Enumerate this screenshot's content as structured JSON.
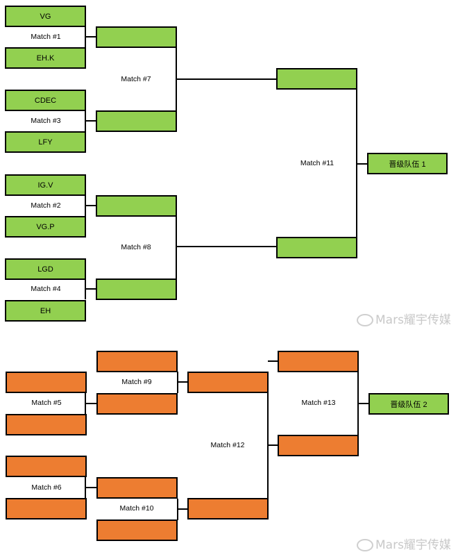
{
  "upper_bracket": {
    "teams": [
      "VG",
      "EH.K",
      "CDEC",
      "LFY",
      "IG.V",
      "VG.P",
      "LGD",
      "EH"
    ],
    "matches": {
      "m1": "Match #1",
      "m3": "Match #3",
      "m2": "Match #2",
      "m4": "Match #4",
      "m7": "Match #7",
      "m8": "Match #8",
      "m11": "Match #11"
    },
    "qualifier": "晋级队伍 1"
  },
  "lower_bracket": {
    "matches": {
      "m9": "Match #9",
      "m5": "Match #5",
      "m6": "Match #6",
      "m10": "Match #10",
      "m12": "Match #12",
      "m13": "Match #13"
    },
    "qualifier": "晋级队伍 2"
  },
  "watermark": "Mars耀宇传媒",
  "colors": {
    "upper": "#92d050",
    "lower": "#ed7d31",
    "line": "#000000"
  }
}
